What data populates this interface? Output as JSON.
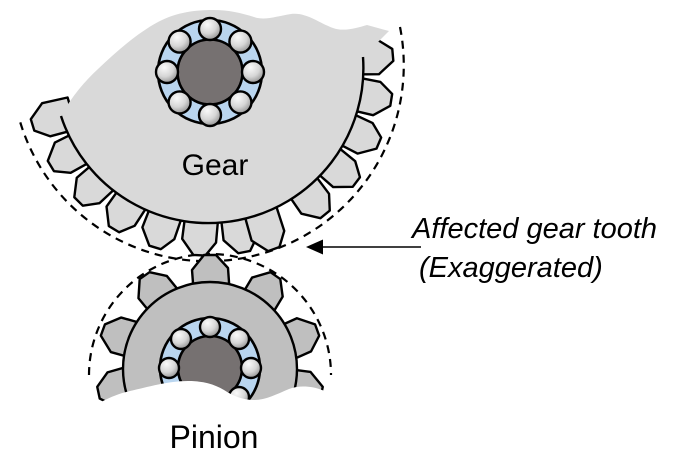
{
  "diagram": {
    "gear": {
      "label": "Gear",
      "body_color": "#d9d9d9"
    },
    "pinion": {
      "label": "Pinion",
      "body_color": "#bfbfbf"
    },
    "bearing": {
      "ring_color": "#b9d5ef",
      "hub_color": "#767171"
    },
    "annotation": {
      "line1": "Affected gear tooth",
      "line2": "(Exaggerated)"
    },
    "colors": {
      "background": "#ffffff",
      "outline": "#000000"
    }
  }
}
